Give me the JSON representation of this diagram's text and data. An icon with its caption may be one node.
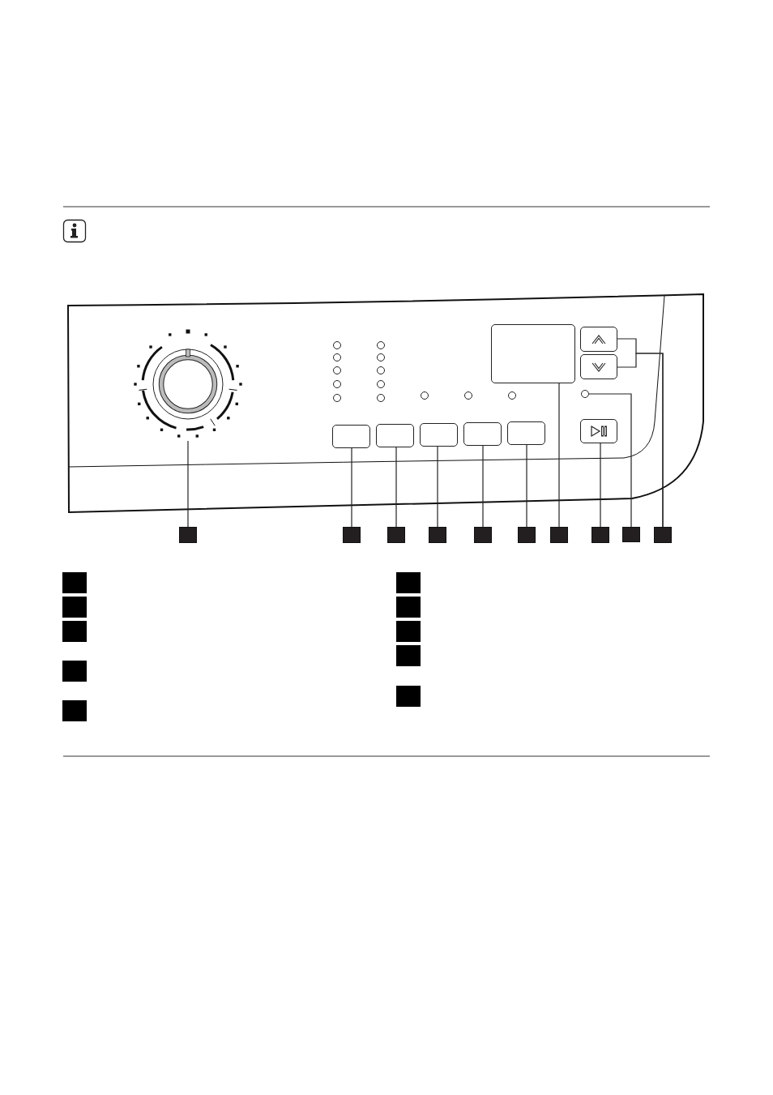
{
  "diagram": {
    "nodes": [
      {
        "text": [],
        "shape": "circle"
      },
      {
        "text": [],
        "shape": "box"
      },
      {
        "text": [],
        "shape": "box"
      },
      {
        "text": [],
        "shape": "box"
      },
      {
        "text": [],
        "shape": "box"
      },
      {
        "text": [],
        "shape": "box"
      },
      {
        "text": [],
        "shape": "box"
      },
      {
        "text": [],
        "shape": "box"
      },
      {
        "text": [],
        "shape": "circle"
      },
      {
        "text": [],
        "shape": "box"
      },
      {
        "text": [],
        "shape": "box"
      },
      {
        "text": [],
        "shape": "box"
      },
      {
        "text": [],
        "shape": "box"
      },
      {
        "text": [],
        "shape": "box"
      },
      {
        "text": [],
        "shape": "box"
      },
      {
        "text": [],
        "shape": "box"
      },
      {
        "text": [],
        "shape": "box"
      },
      {
        "text": [],
        "shape": "box"
      },
      {
        "text": [],
        "shape": "box"
      },
      {
        "text": [],
        "shape": "box"
      },
      {
        "text": [],
        "shape": "box"
      },
      {
        "text": [],
        "shape": "box"
      },
      {
        "text": [],
        "shape": "box"
      },
      {
        "text": [],
        "shape": "box"
      },
      {
        "text": [],
        "shape": "box"
      },
      {
        "text": [],
        "shape": "box"
      },
      {
        "text": [],
        "shape": "box"
      },
      {
        "text": [],
        "shape": "box"
      },
      {
        "text": [],
        "shape": "box"
      },
      {
        "text": [],
        "shape": "box"
      },
      {
        "text": [],
        "shape": "box"
      }
    ],
    "edges": [
      {
        "from": 11,
        "to": 0,
        "arrow": "none"
      },
      {
        "from": 12,
        "to": 1,
        "arrow": "none"
      },
      {
        "from": 13,
        "to": 2,
        "arrow": "none"
      },
      {
        "from": 14,
        "to": 3,
        "arrow": "none"
      },
      {
        "from": 15,
        "to": 4,
        "arrow": "none"
      },
      {
        "from": 16,
        "to": 5,
        "arrow": "none"
      },
      {
        "from": 17,
        "to": 6,
        "arrow": "none"
      },
      {
        "from": 18,
        "to": 7,
        "arrow": "none"
      },
      {
        "from": 19,
        "to": 8,
        "arrow": "none"
      },
      {
        "from": 20,
        "to": 9,
        "arrow": "none"
      },
      {
        "from": 20,
        "to": 10,
        "arrow": "none"
      }
    ]
  }
}
